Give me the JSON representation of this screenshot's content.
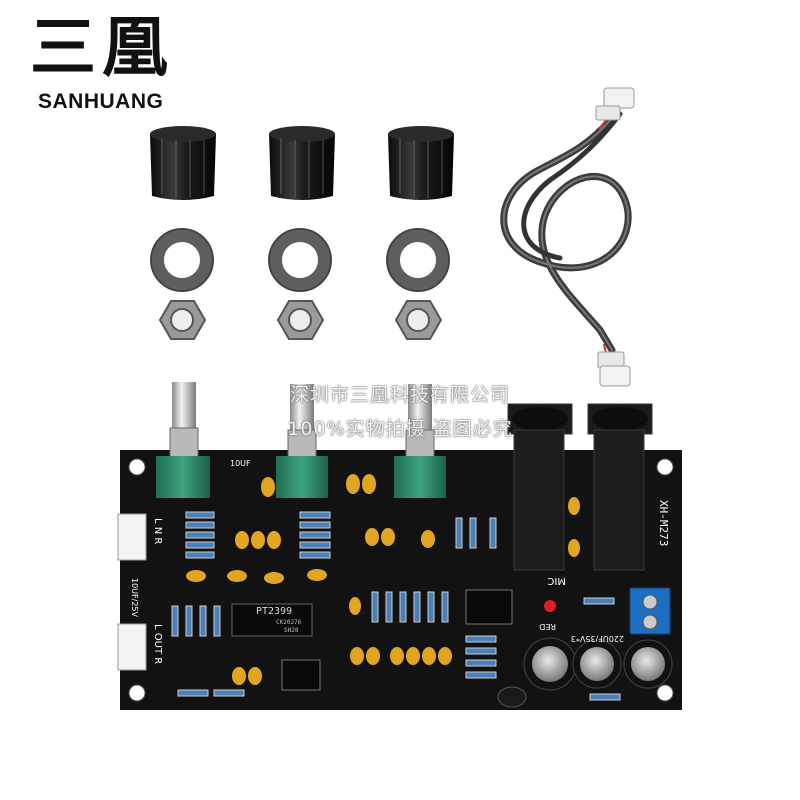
{
  "brand": {
    "chinese": "三凰",
    "english": "SANHUANG"
  },
  "watermark": {
    "line1": "深圳市三凰科技有限公司",
    "line2": "100%实物拍摄 盗图必究"
  },
  "board": {
    "model": "XH-M273",
    "chip": "PT2399",
    "chip_marks": [
      "CK20276",
      "SH28"
    ],
    "connector_left_top": "L N R",
    "connector_left_bottom": "L OUT R",
    "jack_label": "MIC",
    "led_label": "RED",
    "capacitor_label": "220UF/35V*3",
    "side_label": "10UF/25V",
    "pot_label": "10UF"
  },
  "colors": {
    "pcb": "#121212",
    "knob": "#171717",
    "potentiometer_body": "#2f8c6a",
    "capacitor": "#e2a521",
    "terminal_block": "#1d6fc4"
  }
}
